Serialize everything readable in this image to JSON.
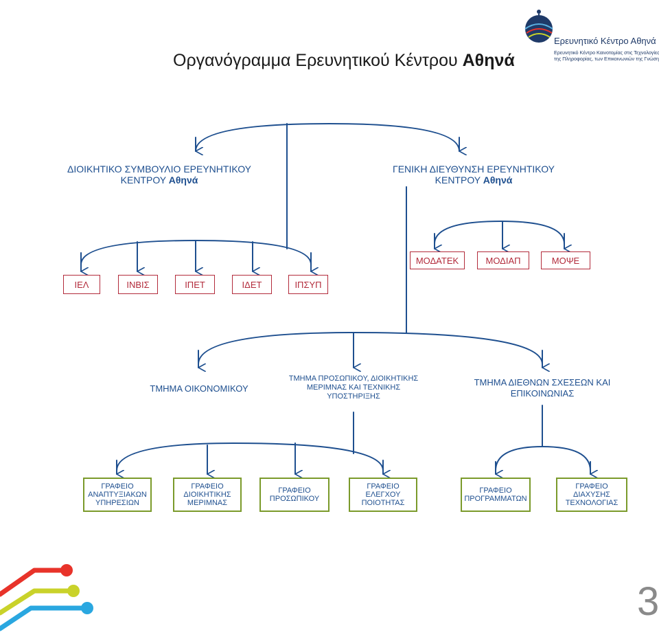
{
  "title": {
    "text": "Οργανόγραμμα Ερευνητικού Κέντρου",
    "bold": "Αθηνά"
  },
  "logo": {
    "name": "Ερευνητικό Κέντρο Αθηνά",
    "subtitle_line1": "Ερευνητικό Κέντρο Καινοτομίας στις Τεχνολογίες",
    "subtitle_line2": "της Πληροφορίας, των Επικοινωνιών της Γνώσης"
  },
  "board": {
    "line1": "ΔΙΟΙΚΗΤΙΚΟ ΣΥΜΒΟΥΛΙΟ ΕΡΕΥΝΗΤΙΚΟΥ",
    "line2": "ΚΕΝΤΡΟΥ",
    "bold": "Αθηνά"
  },
  "general_directorate": {
    "line1": "ΓΕΝΙΚΗ ΔΙΕΥΘΥΝΣΗ ΕΡΕΥΝΗΤΙΚΟΥ",
    "line2": "ΚΕΝΤΡΟΥ",
    "bold": "Αθηνά"
  },
  "institutes": [
    "ΙΕΛ",
    "ΙΝΒΙΣ",
    "ΙΠΕΤ",
    "ΙΔΕΤ",
    "ΙΠΣΥΠ"
  ],
  "units": [
    "ΜΟΔΑΤΕΚ",
    "ΜΟΔΙΑΠ",
    "ΜΟΨΕ"
  ],
  "departments": {
    "finance": "ΤΜΗΜΑ ΟΙΚΟΝΟΜΙΚΟΥ",
    "personnel": [
      "ΤΜΗΜΑ ΠΡΟΣΩΠΙΚΟΥ, ΔΙΟΙΚΗΤΙΚΗΣ",
      "ΜΕΡΙΜΝΑΣ ΚΑΙ ΤΕΧΝΙΚΗΣ",
      "ΥΠΟΣΤΗΡΙΞΗΣ"
    ],
    "international": [
      "ΤΜΗΜΑ ΔΙΕΘΝΩΝ ΣΧΕΣΕΩΝ ΚΑΙ",
      "ΕΠΙΚΟΙΝΩΝΙΑΣ"
    ]
  },
  "offices": [
    [
      "ΓΡΑΦΕΙΟ",
      "ΑΝΑΠΤΥΞΙΑΚΩΝ",
      "ΥΠΗΡΕΣΙΩΝ"
    ],
    [
      "ΓΡΑΦΕΙΟ",
      "ΔΙΟΙΚΗΤΙΚΗΣ",
      "ΜΕΡΙΜΝΑΣ"
    ],
    [
      "ΓΡΑΦΕΙΟ",
      "ΠΡΟΣΩΠΙΚΟΥ"
    ],
    [
      "ΓΡΑΦΕΙΟ",
      "ΕΛΕΓΧΟΥ",
      "ΠΟΙΟΤΗΤΑΣ"
    ],
    [
      "ΓΡΑΦΕΙΟ",
      "ΠΡΟΓΡΑΜΜΑΤΩΝ"
    ],
    [
      "ΓΡΑΦΕΙΟ",
      "ΔΙΑΧΥΣΗΣ",
      "ΤΕΧΝΟΛΟΓΙΑΣ"
    ]
  ],
  "page_number": "3",
  "colors": {
    "line": "#1e4f8f",
    "red_box": "#b22a3a",
    "green_box": "#7a9a2a",
    "deco_red": "#e8332a",
    "deco_yellow": "#c9d22a",
    "deco_blue": "#2aa7e0"
  }
}
